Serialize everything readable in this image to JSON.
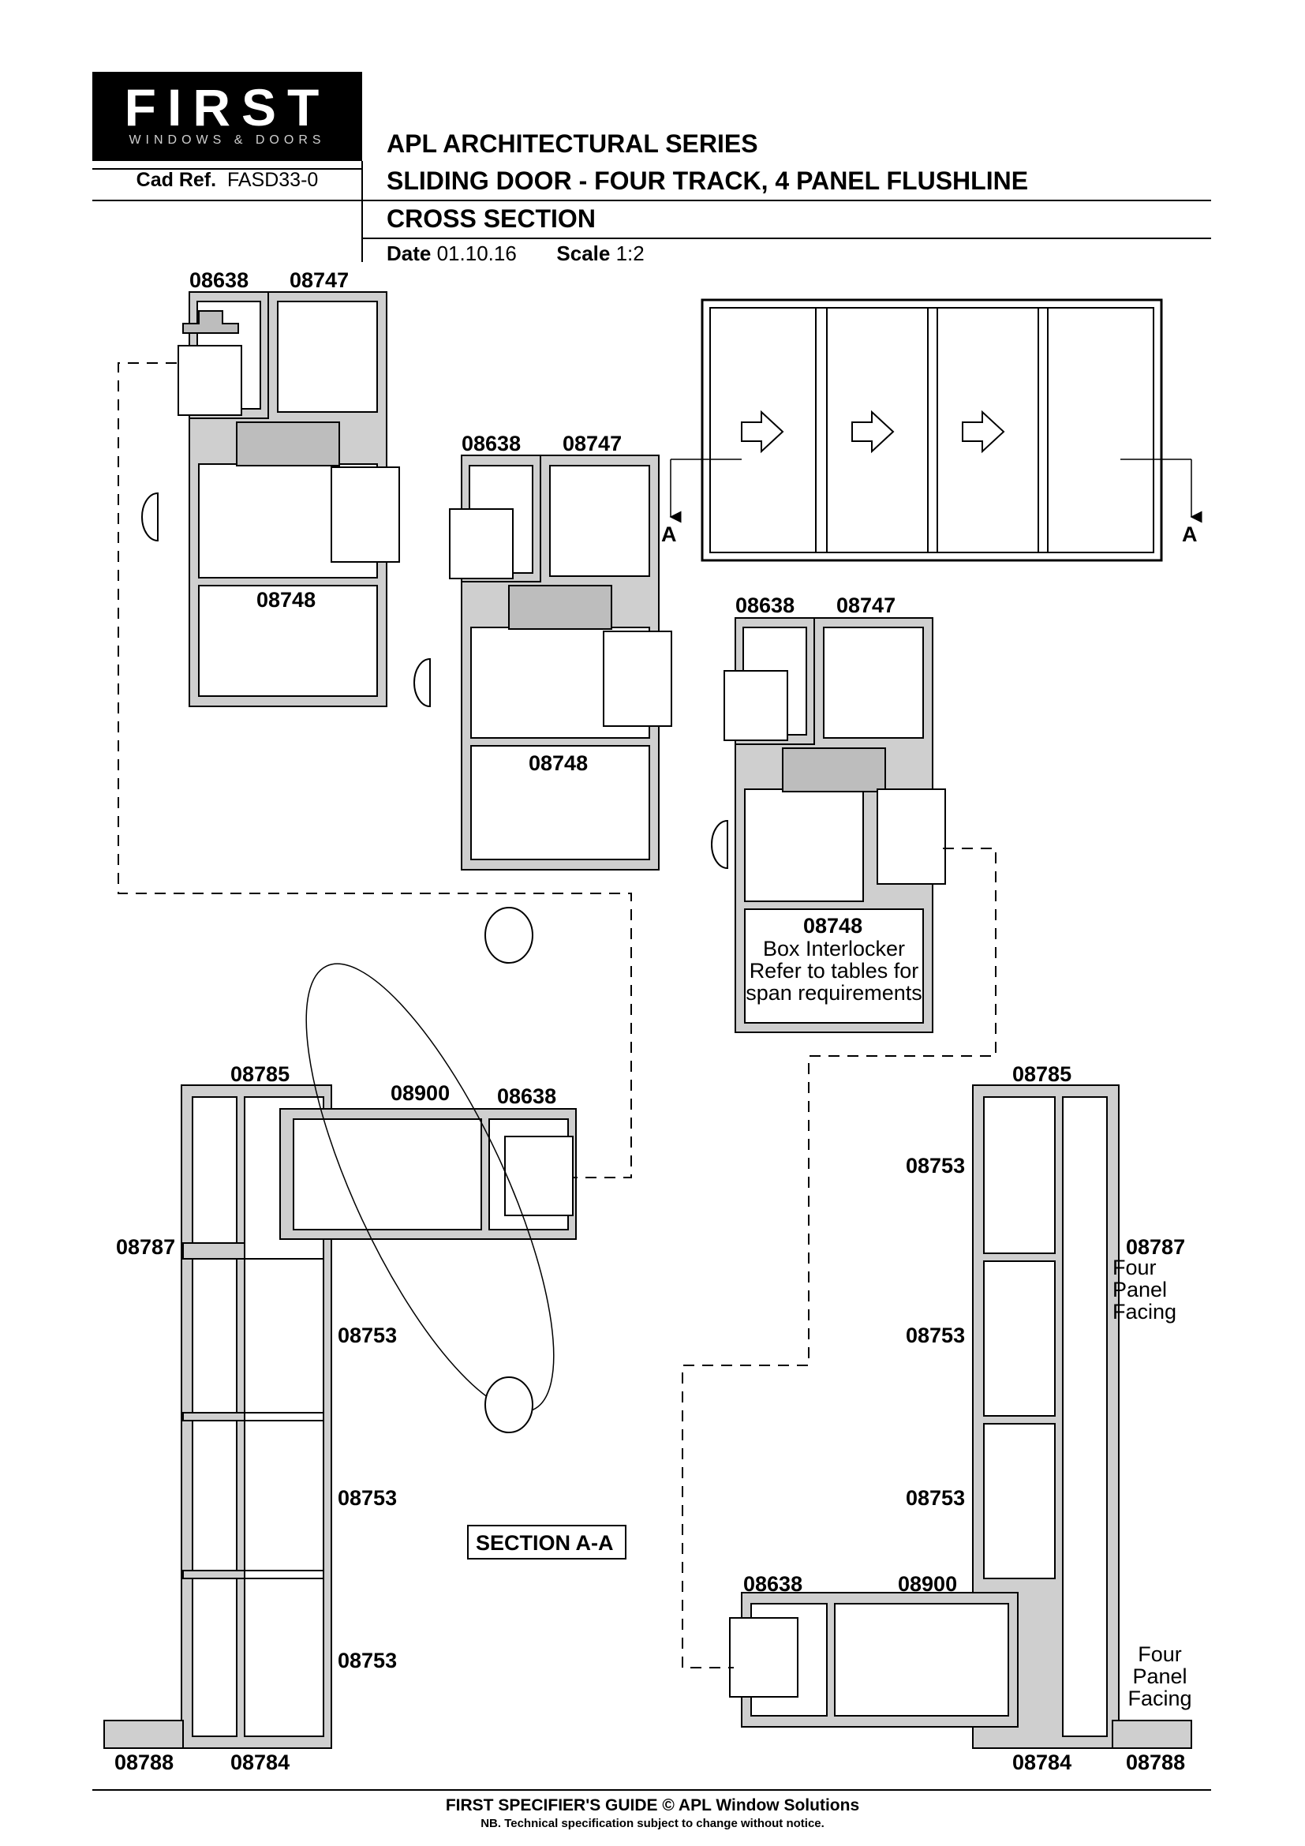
{
  "logo": {
    "brand": "FIRST",
    "tagline": "WINDOWS & DOORS"
  },
  "cad_ref": {
    "label": "Cad Ref.",
    "value": "FASD33-0"
  },
  "title": {
    "series": "APL ARCHITECTURAL SERIES",
    "product": "SLIDING DOOR - FOUR TRACK, 4 PANEL FLUSHLINE",
    "view": "CROSS SECTION"
  },
  "meta": {
    "date_label": "Date",
    "date_value": "01.10.16",
    "scale_label": "Scale",
    "scale_value": "1:2"
  },
  "section_markers": {
    "left": "A",
    "right": "A"
  },
  "part_labels": {
    "p08638": "08638",
    "p08747": "08747",
    "p08748": "08748",
    "p08785": "08785",
    "p08900": "08900",
    "p08787": "08787",
    "p08753": "08753",
    "p08788": "08788",
    "p08784": "08784"
  },
  "notes": {
    "box_interlocker": "Box Interlocker",
    "refer_tables": "Refer to tables for",
    "span_requirements": "span requirements",
    "four": "Four",
    "panel": "Panel",
    "facing": "Facing"
  },
  "section_title": "SECTION A-A",
  "footer": {
    "guide": "FIRST SPECIFIER'S GUIDE  © APL Window Solutions",
    "disclaimer": "NB. Technical specification subject to change without notice."
  },
  "colors": {
    "profile_fill": "#cfcfcf",
    "line": "#000000",
    "logo_bg": "#000000"
  }
}
